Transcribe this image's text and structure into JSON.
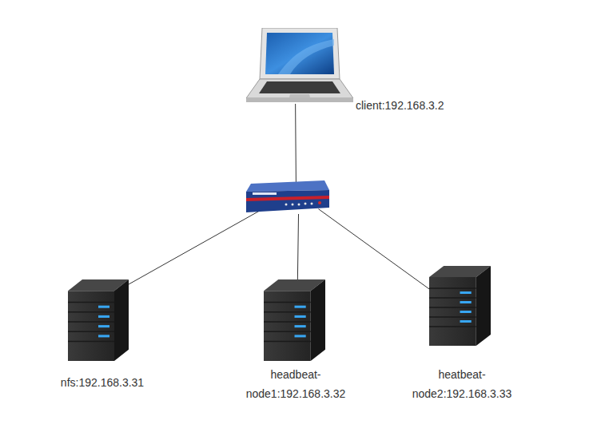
{
  "diagram": {
    "nodes": [
      {
        "text": [
          "client:192.168.3.2"
        ]
      },
      {
        "text": []
      },
      {
        "text": [
          "nfs:192.168.3.31"
        ]
      },
      {
        "text": [
          "headbeat- node1:192.168.3.32"
        ]
      },
      {
        "text": [
          "heatbeat- node2:192.168.3.33"
        ]
      }
    ],
    "edges": [
      {
        "from": 0,
        "to": 1,
        "arrow": "none"
      },
      {
        "from": 1,
        "to": 2,
        "arrow": "none"
      },
      {
        "from": 1,
        "to": 3,
        "arrow": "none"
      },
      {
        "from": 1,
        "to": 4,
        "arrow": "none"
      }
    ]
  }
}
